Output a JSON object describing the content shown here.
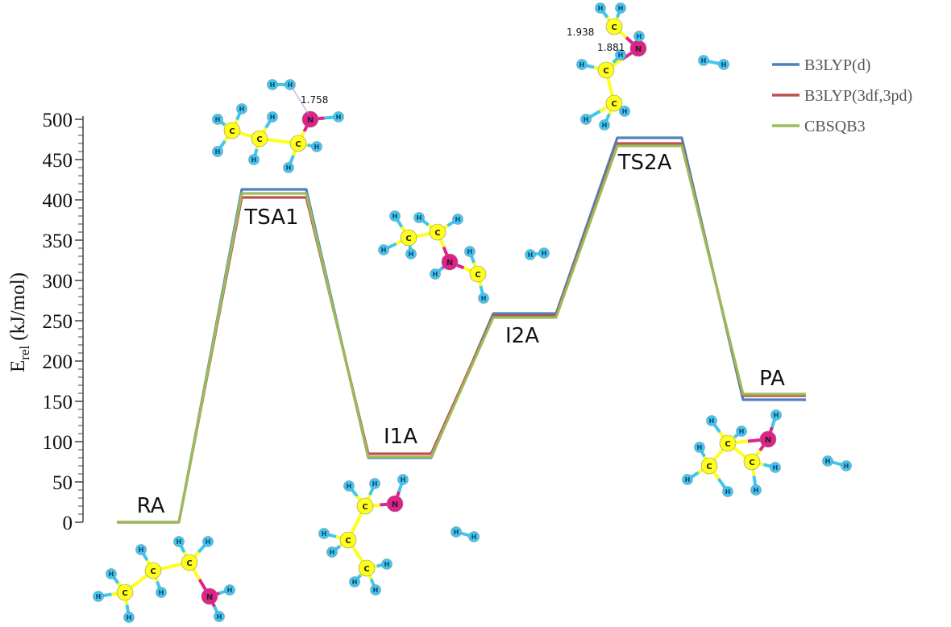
{
  "chart_data": {
    "type": "line",
    "ylabel_main": "E",
    "ylabel_sub": "rel",
    "ylabel_unit": "(kJ/mol)",
    "ylim": [
      0,
      500
    ],
    "yticks": [
      0,
      50,
      100,
      150,
      200,
      250,
      300,
      350,
      400,
      450,
      500
    ],
    "grid": false,
    "legend_position": "top-right",
    "states": [
      "RA",
      "TSA1",
      "I1A",
      "I2A",
      "TS2A",
      "PA"
    ],
    "state_labels": [
      "RA",
      "TSA1",
      "I1A",
      "I2A",
      "TS2A",
      "PA"
    ],
    "series": [
      {
        "name": "B3LYP(d)",
        "color": "#4f81bd",
        "values": [
          0,
          413,
          80,
          259,
          477,
          152
        ]
      },
      {
        "name": "B3LYP(3df,3pd)",
        "color": "#c0504d",
        "values": [
          0,
          403,
          85,
          256,
          470,
          157
        ]
      },
      {
        "name": "CBSQB3",
        "color": "#9bbb59",
        "values": [
          0,
          408,
          81,
          254,
          467,
          159
        ]
      }
    ],
    "annotations": [
      "1.758",
      "1.938",
      "1.881"
    ]
  }
}
